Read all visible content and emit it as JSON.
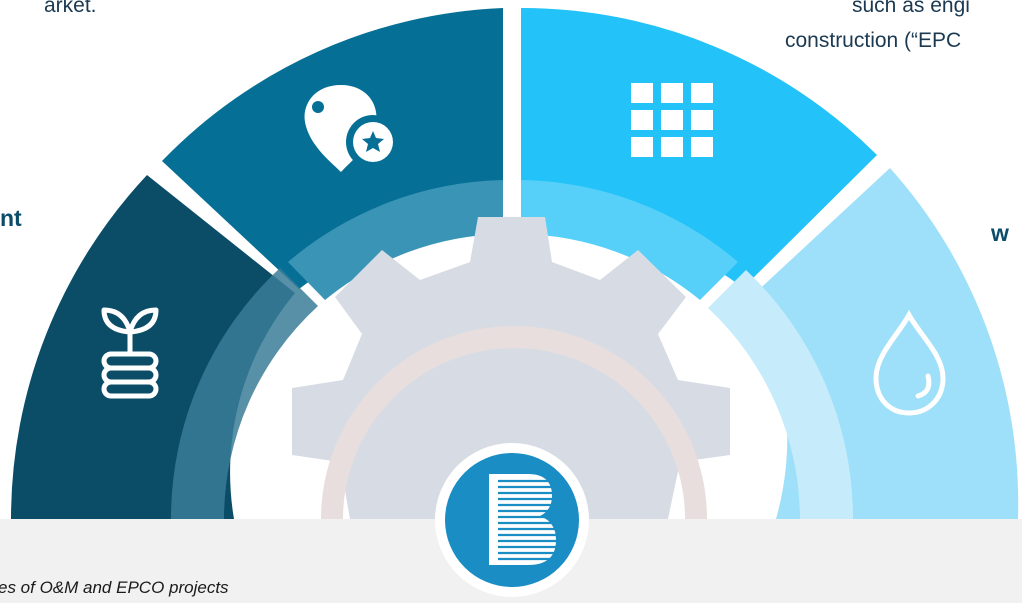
{
  "text_fragments": {
    "top_left": "arket.",
    "top_right_line1": "such as engi",
    "top_right_line2": "construction (“EPC",
    "left_label": "nt",
    "right_label": "w"
  },
  "footnote": "es of O&M and EPCO projects",
  "segments": [
    {
      "name": "segment-far-left",
      "color": "#0b4d67",
      "icon": "plant-coins-icon"
    },
    {
      "name": "segment-mid-left",
      "color": "#066f96",
      "icon": "pin-star-icon"
    },
    {
      "name": "segment-mid-right",
      "color": "#23c2f8",
      "icon": "grid-icon"
    },
    {
      "name": "segment-far-right",
      "color": "#9ee0f9",
      "icon": "water-drop-icon"
    }
  ],
  "center": {
    "icon": "gear-icon",
    "logo": "b-logo-icon",
    "logo_color": "#1a8dc4"
  }
}
